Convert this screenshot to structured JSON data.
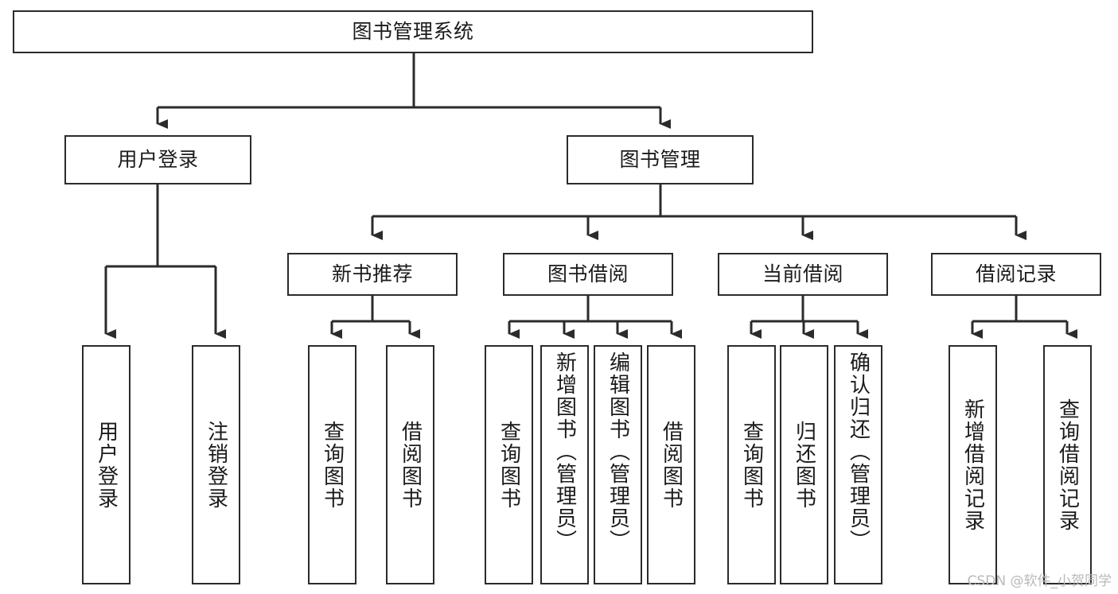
{
  "diagram": {
    "type": "tree",
    "title": "图书管理系统",
    "watermark": "CSDN @软件_小贺同学",
    "colors": {
      "background": "#ffffff",
      "stroke": "#2b2b2b",
      "text": "#1b1b1b",
      "watermark": "#b9b9b9"
    },
    "nodes": {
      "root": {
        "label": "图书管理系统"
      },
      "level2": [
        {
          "id": "user-login",
          "label": "用户登录"
        },
        {
          "id": "book-manage",
          "label": "图书管理"
        }
      ],
      "level3": [
        {
          "id": "new-book-recommend",
          "label": "新书推荐"
        },
        {
          "id": "book-borrow",
          "label": "图书借阅"
        },
        {
          "id": "current-borrow",
          "label": "当前借阅"
        },
        {
          "id": "borrow-record",
          "label": "借阅记录"
        }
      ],
      "leaves": {
        "user-login": [
          {
            "id": "leaf-user-login",
            "label": "用户登录"
          },
          {
            "id": "leaf-logout-login",
            "label": "注销登录"
          }
        ],
        "new-book-recommend": [
          {
            "id": "leaf-query-book-1",
            "label": "查询图书"
          },
          {
            "id": "leaf-borrow-book-1",
            "label": "借阅图书"
          }
        ],
        "book-borrow": [
          {
            "id": "leaf-query-book-2",
            "label": "查询图书"
          },
          {
            "id": "leaf-add-book",
            "label": "新增图书（管理员）"
          },
          {
            "id": "leaf-edit-book",
            "label": "编辑图书（管理员）"
          },
          {
            "id": "leaf-borrow-book-2",
            "label": "借阅图书"
          }
        ],
        "current-borrow": [
          {
            "id": "leaf-query-book-3",
            "label": "查询图书"
          },
          {
            "id": "leaf-return-book",
            "label": "归还图书"
          },
          {
            "id": "leaf-confirm-return",
            "label": "确认归还（管理员）"
          }
        ],
        "borrow-record": [
          {
            "id": "leaf-add-record",
            "label": "新增借阅记录"
          },
          {
            "id": "leaf-query-record",
            "label": "查询借阅记录"
          }
        ]
      }
    }
  }
}
